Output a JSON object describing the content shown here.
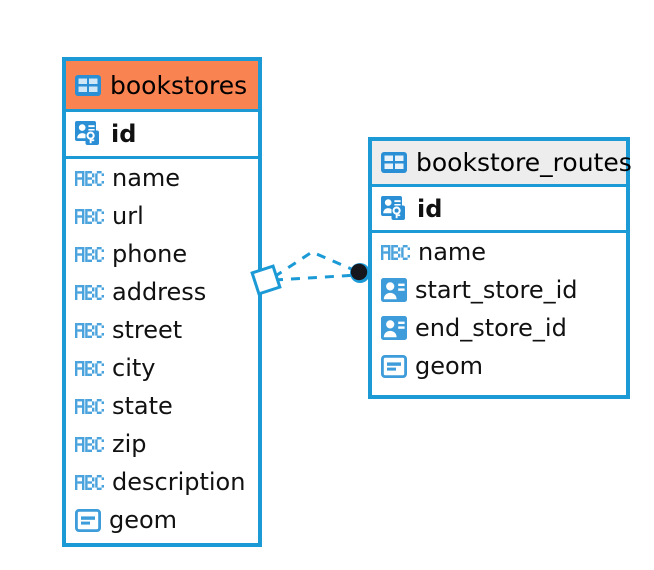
{
  "diagram": {
    "kind": "entity-relationship-diagram",
    "background_color": "#ffffff",
    "accent_color": "#1b9ad6",
    "highlight_color": "#fa8352",
    "neutral_header_color": "#ededed"
  },
  "tables": [
    {
      "id": "bookstores",
      "name": "bookstores",
      "header_style": "orange",
      "header_icon": "table-icon",
      "primary_key": {
        "name": "id",
        "icon": "key-icon"
      },
      "fields": [
        {
          "name": "name",
          "icon": "abc-icon",
          "type_hint": "text"
        },
        {
          "name": "url",
          "icon": "abc-icon",
          "type_hint": "text"
        },
        {
          "name": "phone",
          "icon": "abc-icon",
          "type_hint": "text"
        },
        {
          "name": "address",
          "icon": "abc-icon",
          "type_hint": "text"
        },
        {
          "name": "street",
          "icon": "abc-icon",
          "type_hint": "text"
        },
        {
          "name": "city",
          "icon": "abc-icon",
          "type_hint": "text"
        },
        {
          "name": "state",
          "icon": "abc-icon",
          "type_hint": "text"
        },
        {
          "name": "zip",
          "icon": "abc-icon",
          "type_hint": "text"
        },
        {
          "name": "description",
          "icon": "abc-icon",
          "type_hint": "text"
        },
        {
          "name": "geom",
          "icon": "geom-icon",
          "type_hint": "geometry"
        }
      ]
    },
    {
      "id": "bookstore_routes",
      "name": "bookstore_routes",
      "header_style": "grey",
      "header_icon": "table-icon",
      "primary_key": {
        "name": "id",
        "icon": "key-icon"
      },
      "fields": [
        {
          "name": "name",
          "icon": "abc-icon",
          "type_hint": "text"
        },
        {
          "name": "start_store_id",
          "icon": "fk-icon",
          "type_hint": "foreign-key"
        },
        {
          "name": "end_store_id",
          "icon": "fk-icon",
          "type_hint": "foreign-key"
        },
        {
          "name": "geom",
          "icon": "geom-icon",
          "type_hint": "geometry"
        }
      ]
    }
  ],
  "relationship": {
    "source_table": "bookstores",
    "target_table": "bookstore_routes",
    "line_style": "dashed",
    "line_color": "#1b9ad6",
    "source_endpoint": "diamond",
    "target_endpoint": "filled-circle",
    "target_endpoint_color": "#111111",
    "branch_count": 2
  }
}
